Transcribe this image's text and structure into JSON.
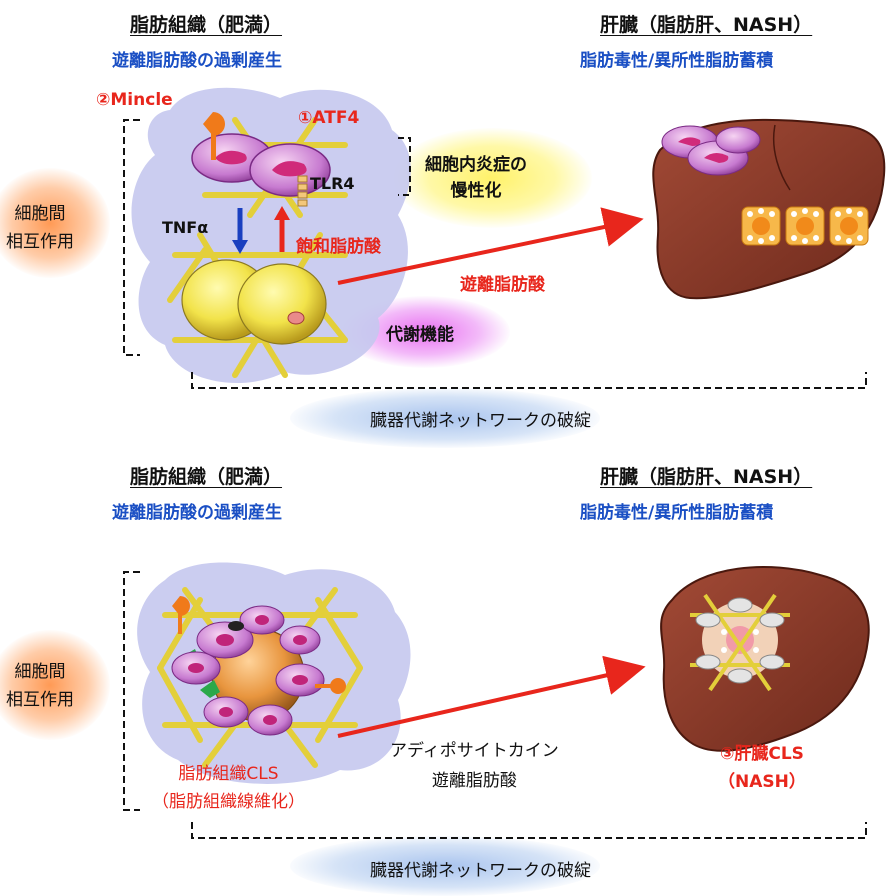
{
  "top": {
    "adipose_title": "脂肪組織（肥満）",
    "adipose_sub": "遊離脂肪酸の過剰産生",
    "liver_title": "肝臓（脂肪肝、NASH）",
    "liver_sub": "脂肪毒性/異所性脂肪蓄積",
    "mincle": "②Mincle",
    "atf4": "①ATF4",
    "tlr4": "TLR4",
    "tnfa": "TNFα",
    "saturated_fa": "飽和脂肪酸",
    "inflammation_line1": "細胞内炎症の",
    "inflammation_line2": "慢性化",
    "metabolic_function": "代謝機能",
    "ffa": "遊離脂肪酸",
    "intercell_line1": "細胞間",
    "intercell_line2": "相互作用",
    "network": "臓器代謝ネットワークの破綻"
  },
  "bottom": {
    "adipose_title": "脂肪組織（肥満）",
    "adipose_sub": "遊離脂肪酸の過剰産生",
    "liver_title": "肝臓（脂肪肝、NASH）",
    "liver_sub": "脂肪毒性/異所性脂肪蓄積",
    "intercell_line1": "細胞間",
    "intercell_line2": "相互作用",
    "adipokine": "アディポサイトカイン",
    "ffa": "遊離脂肪酸",
    "adipose_cls": "脂肪組織CLS",
    "adipose_fibrosis": "（脂肪組織線維化）",
    "liver_cls": "③肝臓CLS",
    "nash": "（NASH）",
    "network": "臓器代謝ネットワークの破綻"
  },
  "colors": {
    "red": "#e8261c",
    "blue": "#1a4fc4",
    "liver": "#8a3d2c",
    "cloud": "#b8bce8",
    "rod": "#e3cf3a"
  }
}
